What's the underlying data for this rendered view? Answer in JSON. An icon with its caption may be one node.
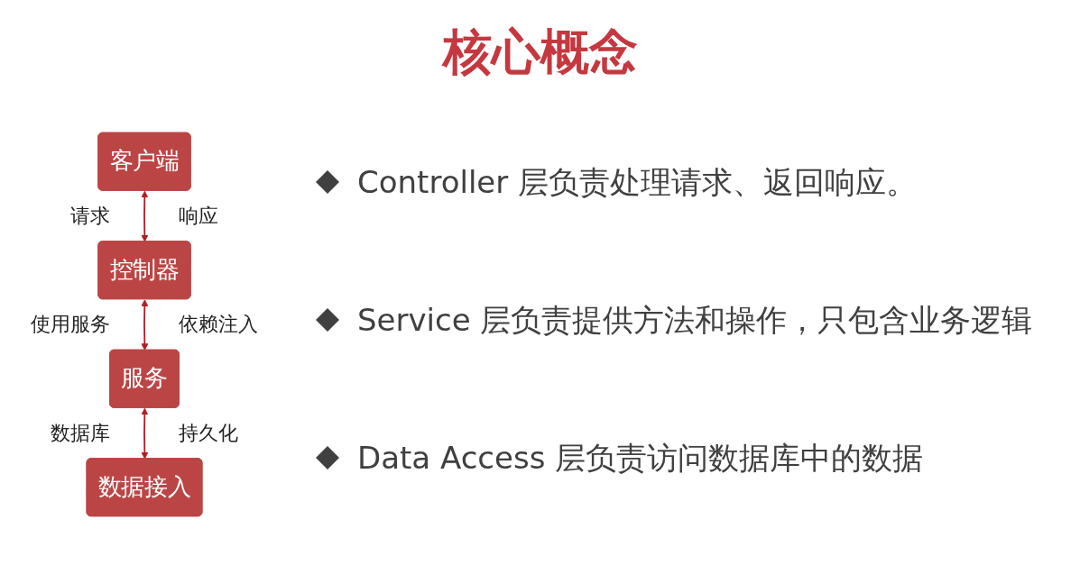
{
  "diagram": {
    "title": "核心概念",
    "nodes": [
      {
        "text": [
          "客户端"
        ]
      },
      {
        "text": [
          "控制器"
        ]
      },
      {
        "text": [
          "服务"
        ]
      },
      {
        "text": [
          "数据接入"
        ]
      }
    ],
    "edges": [
      {
        "from": 0,
        "to": 1,
        "arrow": "both"
      },
      {
        "from": 1,
        "to": 2,
        "arrow": "both"
      },
      {
        "from": 2,
        "to": 3,
        "arrow": "both"
      }
    ],
    "labels": [
      "请求",
      "响应",
      "使用服务",
      "依赖注入",
      "数据库",
      "持久化",
      "Controller 层负责处理请求、返回响应。",
      "Service 层负责提供方法和操作，只包含业务逻辑",
      "Data Access 层负责访问数据库中的数据"
    ]
  }
}
